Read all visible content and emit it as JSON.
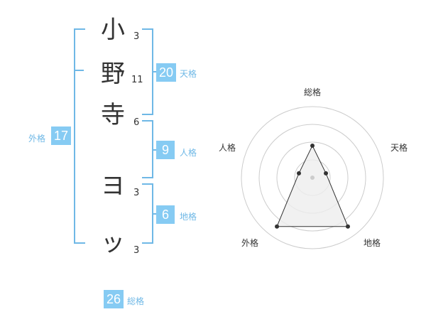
{
  "name": {
    "chars": [
      {
        "char": "小",
        "strokes": "3"
      },
      {
        "char": "野",
        "strokes": "11"
      },
      {
        "char": "寺",
        "strokes": "6"
      },
      {
        "char": "ヨ",
        "strokes": "3"
      },
      {
        "char": "ッ",
        "strokes": "3"
      }
    ]
  },
  "fortune": {
    "tenkaku": {
      "value": "20",
      "label": "天格"
    },
    "jinkaku": {
      "value": "9",
      "label": "人格"
    },
    "chikaku": {
      "value": "6",
      "label": "地格"
    },
    "gaikaku": {
      "value": "17",
      "label": "外格"
    },
    "soukaku": {
      "value": "26",
      "label": "総格"
    }
  },
  "radar": {
    "axes": [
      "総格",
      "天格",
      "地格",
      "外格",
      "人格"
    ],
    "values": [
      0.45,
      0.2,
      0.85,
      0.85,
      0.2
    ],
    "rings": 4,
    "colors": {
      "grid": "#cccccc",
      "fill": "#eeeeee",
      "line": "#333333",
      "center": "#cccccc"
    }
  },
  "colors": {
    "accent": "#86cbf3",
    "label": "#6fb8e6"
  }
}
